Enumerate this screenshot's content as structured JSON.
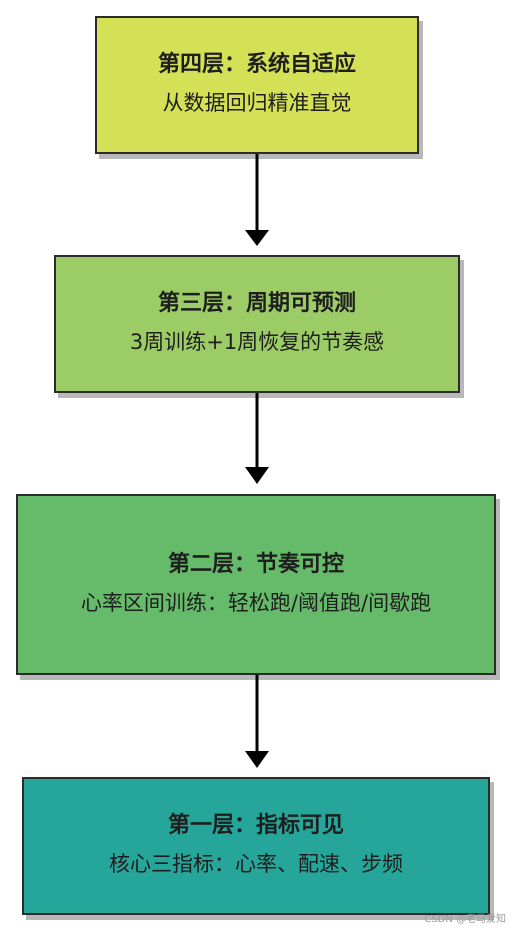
{
  "layers": [
    {
      "id": "layer-4",
      "title": "第四层：系统自适应",
      "desc": "从数据回归精准直觉",
      "color": "#d4e157"
    },
    {
      "id": "layer-3",
      "title": "第三层：周期可预测",
      "desc": "3周训练+1周恢复的节奏感",
      "color": "#9ccc65"
    },
    {
      "id": "layer-2",
      "title": "第二层：节奏可控",
      "desc": "心率区间训练：轻松跑/阈值跑/间歇跑",
      "color": "#66bb6a"
    },
    {
      "id": "layer-1",
      "title": "第一层：指标可见",
      "desc": "核心三指标：心率、配速、步频",
      "color": "#26a69a"
    }
  ],
  "watermark": "CSDN @老马爱知"
}
